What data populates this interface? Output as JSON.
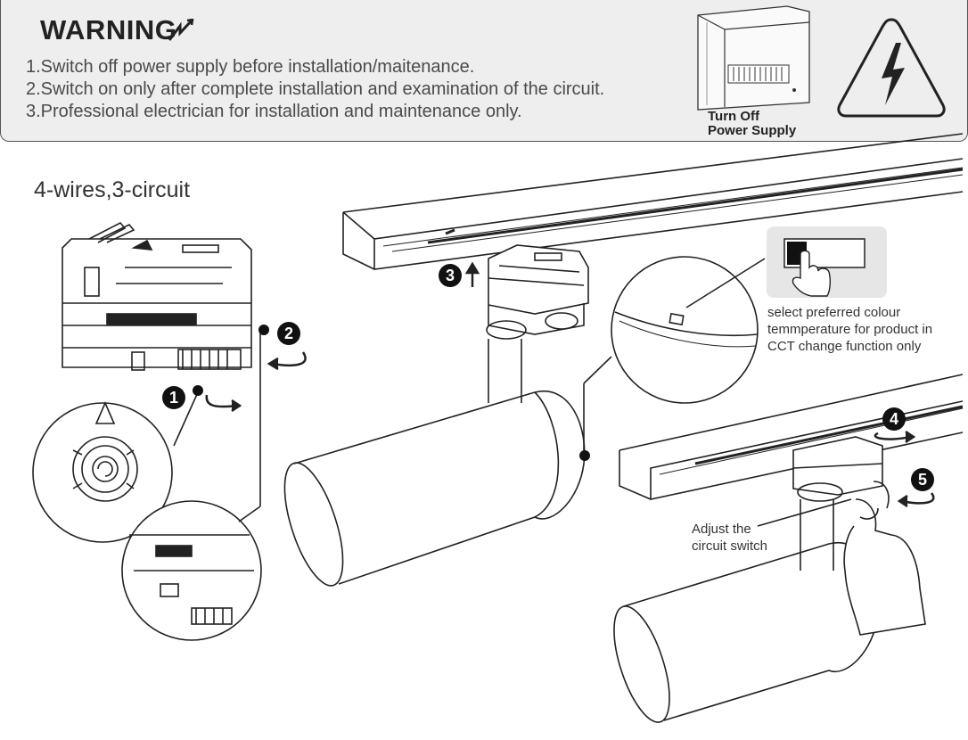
{
  "warning": {
    "title": "WARNING",
    "lines": [
      "1.Switch off power supply before installation/maitenance.",
      "2.Switch on only after complete installation and examination of the circuit.",
      "3.Professional electrician for installation and maintenance only."
    ],
    "breaker_label_line1": "Turn Off",
    "breaker_label_line2": "Power Supply"
  },
  "section_title": "4-wires,3-circuit",
  "steps": [
    "1",
    "2",
    "3",
    "4",
    "5"
  ],
  "colour_note": {
    "line1": "select preferred colour",
    "line2": "temmperature for product in",
    "line3": "CCT change function only"
  },
  "adjust_note": {
    "line1": "Adjust the",
    "line2": "circuit switch"
  },
  "icons": [
    "lightning-bolt-icon",
    "circuit-breaker-icon",
    "high-voltage-triangle-icon",
    "hand-pointer-icon",
    "arrow-icons"
  ],
  "colors": {
    "panel_bg": "#eeeeee",
    "line_art": "#222222",
    "text": "#4a4a4a"
  }
}
